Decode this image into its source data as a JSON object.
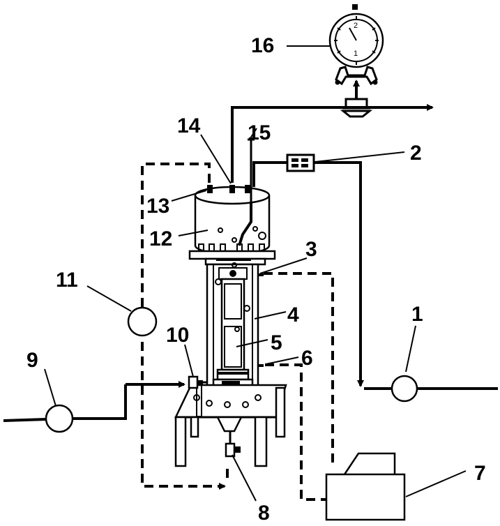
{
  "labels": {
    "l1": "1",
    "l2": "2",
    "l3": "3",
    "l4": "4",
    "l5": "5",
    "l6": "6",
    "l7": "7",
    "l8": "8",
    "l9": "9",
    "l10": "10",
    "l11": "11",
    "l12": "12",
    "l13": "13",
    "l14": "14",
    "l15": "15",
    "l16": "16"
  },
  "gauge": {
    "upper": "2",
    "lower": "1"
  }
}
